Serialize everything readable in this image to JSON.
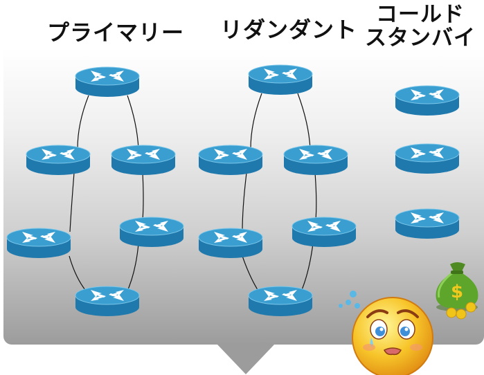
{
  "headings": {
    "primary": "プライマリー",
    "redundant": "リダンダント",
    "cold_line1": "コールド",
    "cold_line2": "スタンバイ"
  },
  "colors": {
    "router_top": "#3a9fd0",
    "router_side": "#1f79ad",
    "router_arrow": "#ffffff",
    "link": "#111111",
    "panel_bottom": "#9c9c9c"
  },
  "icons": {
    "router": "router-icon",
    "money_bag": "money-bag-icon",
    "worried_face": "worried-face-emoji-icon",
    "sweat_drops": "sweat-drops-icon"
  }
}
